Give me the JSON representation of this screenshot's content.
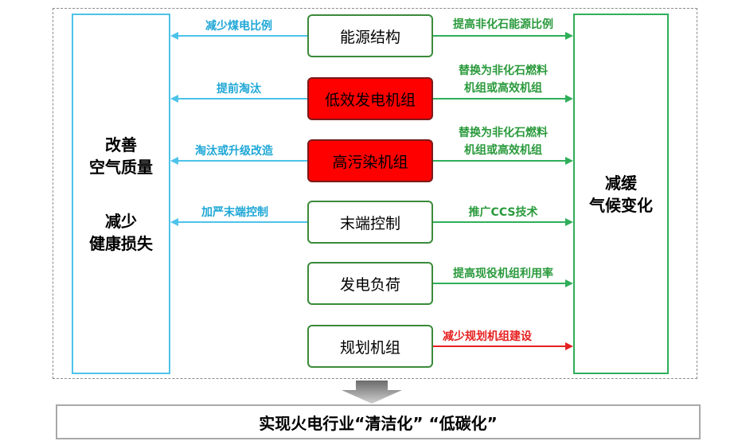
{
  "left_goal": {
    "line1": "改善",
    "line2": "空气质量",
    "line3": "减少",
    "line4": "健康损失"
  },
  "right_goal": {
    "line1": "减缓",
    "line2": "气候变化"
  },
  "measures": [
    {
      "name": "能源结构",
      "left_action": "减少煤电比例",
      "right_action": [
        "提高非化石能源比例"
      ],
      "highlight": false
    },
    {
      "name": "低效发电机组",
      "left_action": "提前淘汰",
      "right_action": [
        "替换为非化石燃料",
        "机组或高效机组"
      ],
      "highlight": true
    },
    {
      "name": "高污染机组",
      "left_action": "淘汰或升级改造",
      "right_action": [
        "替换为非化石燃料",
        "机组或高效机组"
      ],
      "highlight": true
    },
    {
      "name": "末端控制",
      "left_action": "加严末端控制",
      "right_action": [
        "推广CCS技术"
      ],
      "highlight": false
    },
    {
      "name": "发电负荷",
      "left_action": "",
      "right_action": [
        "提高现役机组利用率"
      ],
      "highlight": false
    },
    {
      "name": "规划机组",
      "left_action": "",
      "right_action": [
        "减少规划机组建设"
      ],
      "highlight": false,
      "right_color": "red"
    }
  ],
  "conclusion": "实现火电行业“清洁化” “低碳化”",
  "colors": {
    "blue": "#4dc3ea",
    "green": "#2fae5a",
    "red": "#e62020",
    "highlight": "#ff0000"
  }
}
